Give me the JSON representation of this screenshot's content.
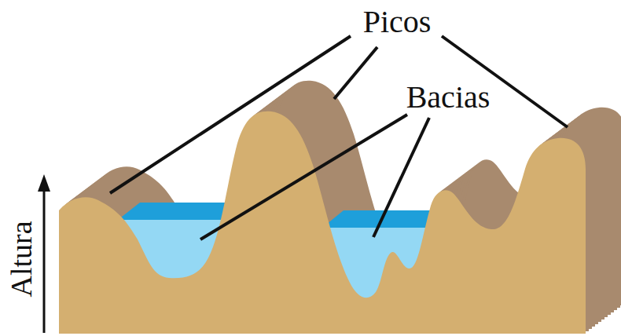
{
  "diagram": {
    "labels": [
      "Picos",
      "Bacias",
      "Altura"
    ]
  }
}
